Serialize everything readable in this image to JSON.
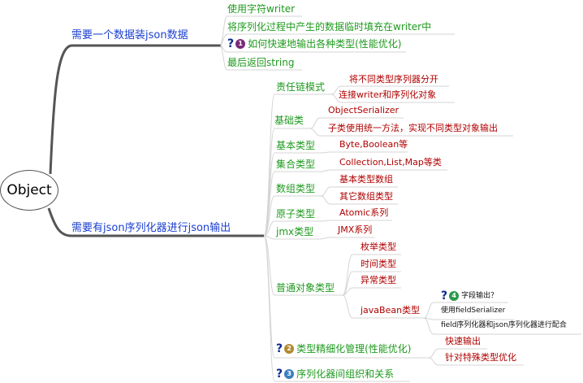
{
  "root": {
    "label": "Object"
  },
  "branch1": {
    "label": "需要一个数据装json数据",
    "items": [
      "使用字符writer",
      "将序列化过程中产生的数据临时填充在writer中",
      "如何快速地输出各种类型(性能优化)",
      "最后返回string"
    ],
    "badge": "1"
  },
  "branch2": {
    "label": "需要有json序列化器进行json输出",
    "chain": {
      "label": "责任链模式",
      "items": [
        "将不同类型序列器分开",
        "连接writer和序列化对象"
      ]
    },
    "base": {
      "label": "基础类",
      "items": [
        "ObjectSerializer",
        "子类使用统一方法，实现不同类型对象输出"
      ]
    },
    "basic_types": {
      "label": "基本类型",
      "item": "Byte,Boolean等"
    },
    "collections": {
      "label": "集合类型",
      "item": "Collection,List,Map等类"
    },
    "arrays": {
      "label": "数组类型",
      "items": [
        "基本类型数组",
        "其它数组类型"
      ]
    },
    "atomic": {
      "label": "原子类型",
      "item": "Atomic系列"
    },
    "jmx": {
      "label": "jmx类型",
      "item": "JMX系列"
    },
    "ordinary": {
      "label": "普通对象类型",
      "items": [
        "枚举类型",
        "时间类型",
        "异常类型"
      ],
      "javabean": {
        "label": "javaBean类型",
        "items": [
          "字段输出？",
          "使用fieldSerializer",
          "field序列化器和json序列化器进行配合"
        ],
        "badge": "4"
      }
    },
    "refine": {
      "label": "类型精细化管理(性能优化)",
      "items": [
        "快速输出",
        "针对特殊类型优化"
      ],
      "badge": "2"
    },
    "organize": {
      "label": "序列化器间组织和关系",
      "badge": "3"
    }
  },
  "question_mark": "?",
  "colors": {
    "blue": "#1a3fd0",
    "green": "#1e9a1e",
    "red": "#b00000",
    "branch": "#555555",
    "underline": "#d4d4d4"
  }
}
